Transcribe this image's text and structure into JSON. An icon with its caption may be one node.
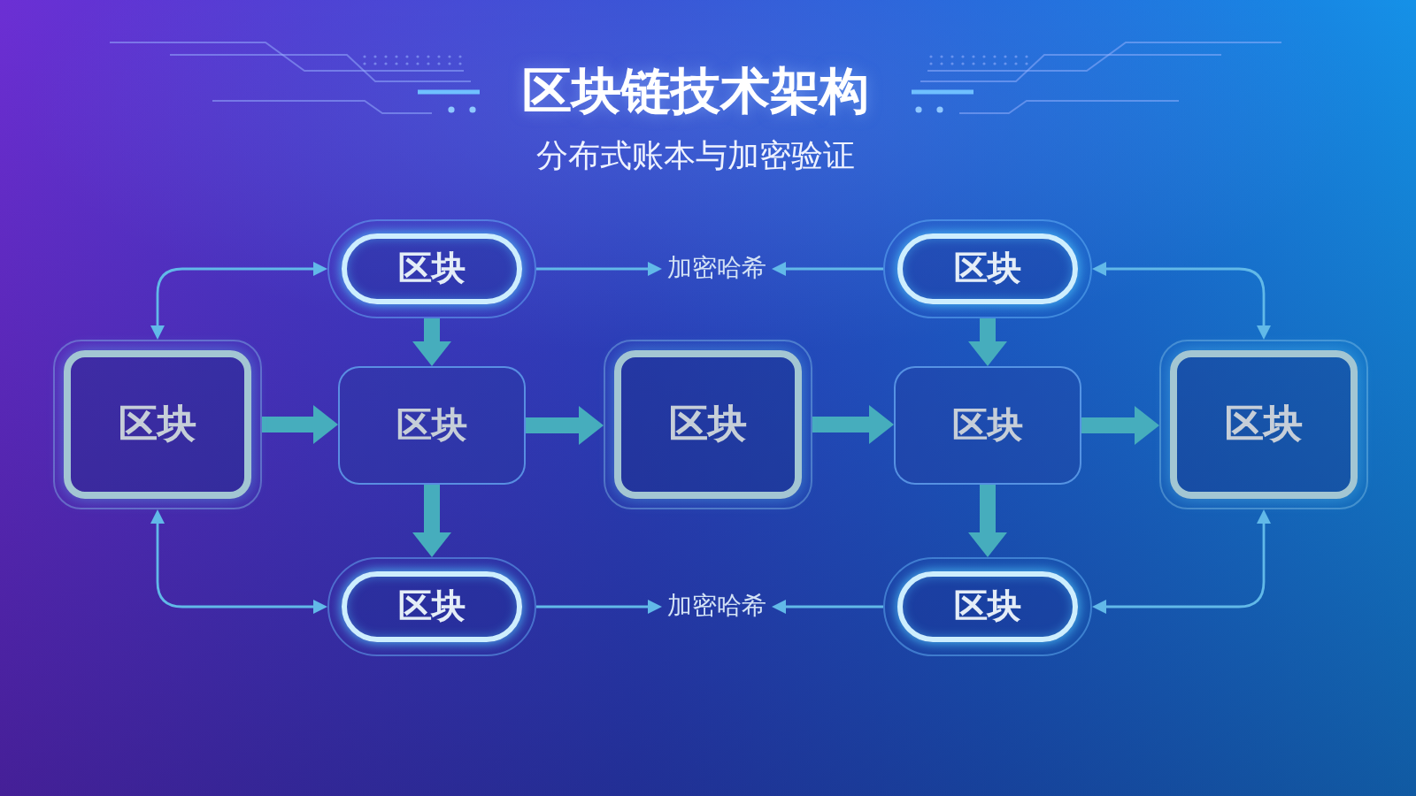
{
  "diagram": {
    "title": "区块链技术架构",
    "nodes": [
      {
        "text": [
          "区块"
        ]
      },
      {
        "text": [
          "加密哈希"
        ]
      },
      {
        "text": [
          "区块"
        ]
      },
      {
        "text": [
          "区块"
        ]
      },
      {
        "text": [
          "区块"
        ]
      },
      {
        "text": [
          "区块"
        ]
      },
      {
        "text": [
          "区块"
        ]
      },
      {
        "text": [
          "区块"
        ]
      },
      {
        "text": [
          "区块"
        ]
      },
      {
        "text": [
          "加密哈希"
        ]
      },
      {
        "text": [
          "区块"
        ]
      }
    ],
    "edges": [
      {
        "from": 3,
        "to": 0,
        "arrow": "both"
      },
      {
        "from": 0,
        "to": 1,
        "arrow": "to"
      },
      {
        "from": 2,
        "to": 1,
        "arrow": "to"
      },
      {
        "from": 7,
        "to": 2,
        "arrow": "both"
      },
      {
        "from": 0,
        "to": 4,
        "arrow": "to",
        "style": "thick"
      },
      {
        "from": 2,
        "to": 6,
        "arrow": "to",
        "style": "thick"
      },
      {
        "from": 3,
        "to": 4,
        "arrow": "to",
        "style": "thick"
      },
      {
        "from": 4,
        "to": 5,
        "arrow": "to",
        "style": "thick"
      },
      {
        "from": 5,
        "to": 6,
        "arrow": "to",
        "style": "thick"
      },
      {
        "from": 6,
        "to": 7,
        "arrow": "to",
        "style": "thick"
      },
      {
        "from": 4,
        "to": 8,
        "arrow": "to",
        "style": "thick"
      },
      {
        "from": 6,
        "to": 10,
        "arrow": "to",
        "style": "thick"
      },
      {
        "from": 3,
        "to": 8,
        "arrow": "both"
      },
      {
        "from": 8,
        "to": 9,
        "arrow": "to"
      },
      {
        "from": 10,
        "to": 9,
        "arrow": "to"
      },
      {
        "from": 7,
        "to": 10,
        "arrow": "both"
      }
    ],
    "labels": [
      "分布式账本与加密验证"
    ]
  }
}
